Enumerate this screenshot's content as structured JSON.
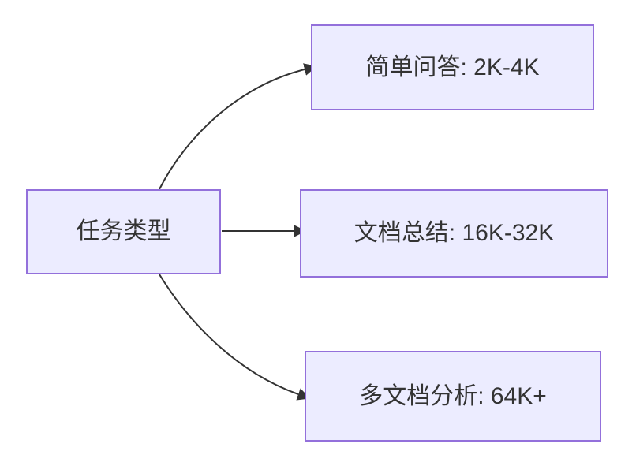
{
  "diagram": {
    "source": {
      "id": "task-type",
      "label": "任务类型"
    },
    "targets": [
      {
        "id": "simple-qa",
        "label": "简单问答: 2K-4K"
      },
      {
        "id": "doc-summary",
        "label": "文档总结: 16K-32K"
      },
      {
        "id": "multi-doc",
        "label": "多文档分析: 64K+"
      }
    ],
    "edges": [
      {
        "from": "task-type",
        "to": "simple-qa"
      },
      {
        "from": "task-type",
        "to": "doc-summary"
      },
      {
        "from": "task-type",
        "to": "multi-doc"
      }
    ]
  },
  "colors": {
    "node_fill": "#ECECFF",
    "node_border": "#9370DB",
    "edge_stroke": "#333333",
    "text": "#333333",
    "background": "#FFFFFF"
  }
}
